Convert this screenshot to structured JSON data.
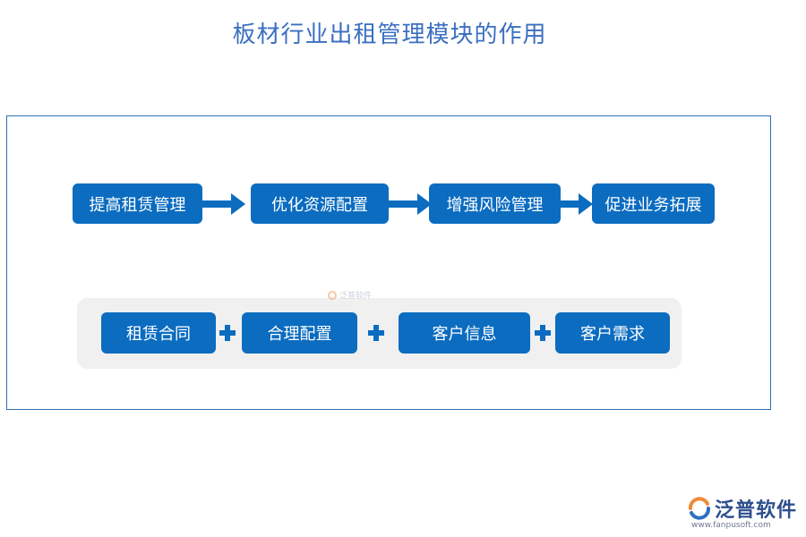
{
  "title": "板材行业出租管理模块的作用",
  "flow_steps": [
    "提高租赁管理",
    "优化资源配置",
    "增强风险管理",
    "促进业务拓展"
  ],
  "components": [
    "租赁合同",
    "合理配置",
    "客户信息",
    "客户需求"
  ],
  "watermark_text": "泛普软件",
  "logo": {
    "name": "泛普软件",
    "url": "www.fanpusoft.com"
  },
  "colors": {
    "title": "#3b6fc0",
    "box": "#0b6cc0",
    "frame_border": "#2f6fb3",
    "panel": "#f0f0f0"
  }
}
